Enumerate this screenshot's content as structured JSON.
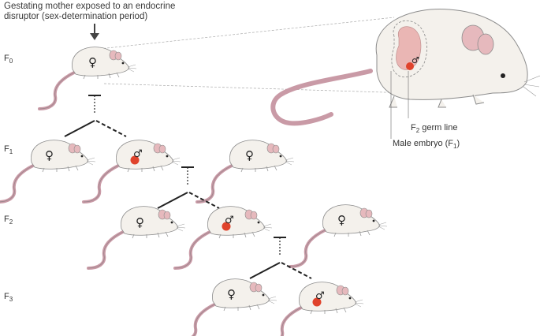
{
  "caption": {
    "line1": "Gestating mother exposed to an endocrine",
    "line2": "disruptor (sex-determination period)"
  },
  "generations": [
    {
      "letter": "F",
      "sub": "0"
    },
    {
      "letter": "F",
      "sub": "1"
    },
    {
      "letter": "F",
      "sub": "2"
    },
    {
      "letter": "F",
      "sub": "3"
    }
  ],
  "labels": {
    "germ_line": {
      "pre": "F",
      "sub": "2",
      "post": " germ line"
    },
    "embryo": {
      "pre": "Male embryo (F",
      "sub": "1",
      "post": ")"
    }
  },
  "symbols": {
    "female": "♀",
    "male": "♂"
  },
  "colors": {
    "mouse_body": "#f4f1ec",
    "mouse_outline": "#8c8c8c",
    "tail": "#c99aa6",
    "ear_inner": "#e6b9bd",
    "male_marker": "#e0432c",
    "embryo": "#eab6b4"
  }
}
